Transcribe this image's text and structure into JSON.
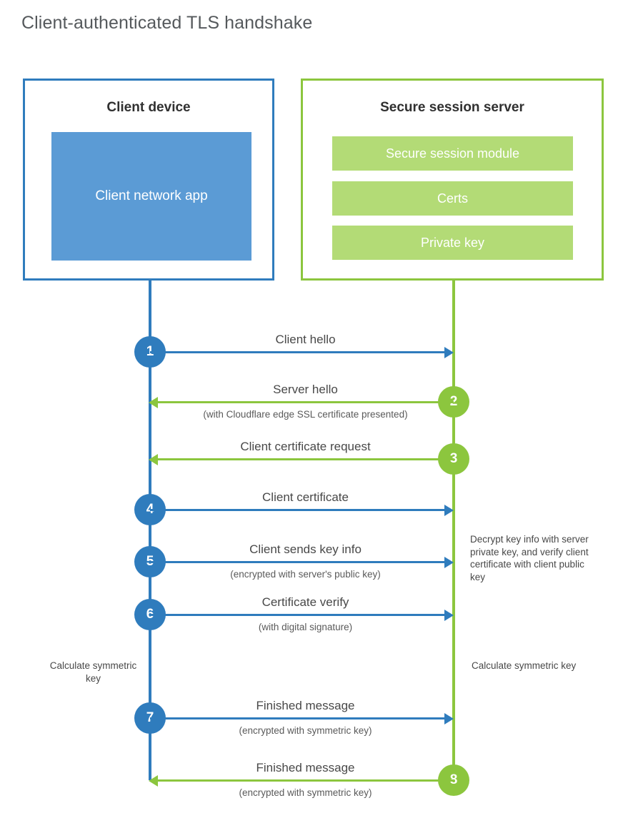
{
  "title": "Client-authenticated TLS handshake",
  "actors": {
    "client": {
      "title": "Client device",
      "app_label": "Client network app",
      "border_color": "#2f7cbd",
      "app_color": "#5b9bd5"
    },
    "server": {
      "title": "Secure session server",
      "border_color": "#8cc63e",
      "bar_color": "#b3db76",
      "components": [
        "Secure session module",
        "Certs",
        "Private key"
      ]
    }
  },
  "steps": [
    {
      "number": "1",
      "origin": "client",
      "direction": "right",
      "label": "Client hello",
      "sublabel": ""
    },
    {
      "number": "2",
      "origin": "server",
      "direction": "left",
      "label": "Server hello",
      "sublabel": "(with Cloudflare edge SSL certificate presented)"
    },
    {
      "number": "3",
      "origin": "server",
      "direction": "left",
      "label": "Client certificate request",
      "sublabel": ""
    },
    {
      "number": "4",
      "origin": "client",
      "direction": "right",
      "label": "Client certificate",
      "sublabel": ""
    },
    {
      "number": "5",
      "origin": "client",
      "direction": "right",
      "label": "Client sends key info",
      "sublabel": "(encrypted with server's public key)"
    },
    {
      "number": "6",
      "origin": "client",
      "direction": "right",
      "label": "Certificate verify",
      "sublabel": "(with digital signature)"
    },
    {
      "number": "7",
      "origin": "client",
      "direction": "right",
      "label": "Finished message",
      "sublabel": "(encrypted with symmetric key)"
    },
    {
      "number": "8",
      "origin": "server",
      "direction": "left",
      "label": "Finished message",
      "sublabel": "(encrypted with symmetric key)"
    }
  ],
  "notes": {
    "decrypt": "Decrypt key info with server private key, and verify client certificate with client public key",
    "calculate_client": "Calculate symmetric key",
    "calculate_server": "Calculate symmetric key"
  }
}
